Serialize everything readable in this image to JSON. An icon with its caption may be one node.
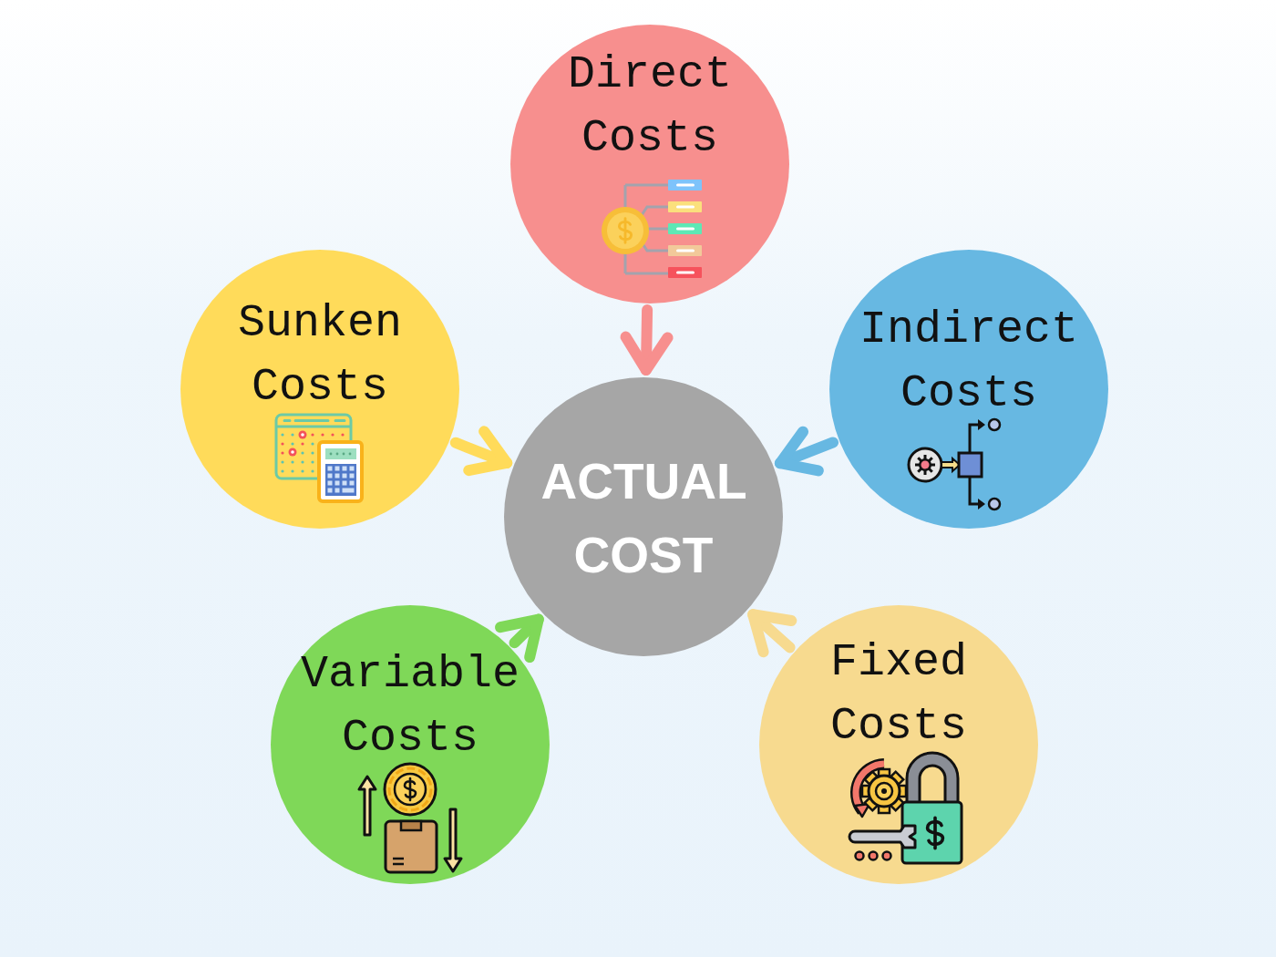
{
  "diagram": {
    "nodes": [
      {
        "text": [
          "Direct Costs"
        ]
      },
      {
        "text": [
          "Sunken Costs"
        ]
      },
      {
        "text": [
          "Indirect Costs"
        ]
      },
      {
        "text": [
          "ACTUAL COST"
        ]
      },
      {
        "text": [
          "Variable Costs"
        ]
      },
      {
        "text": [
          "Fixed Costs"
        ]
      }
    ],
    "edges": [
      {
        "from": 0,
        "to": 3,
        "arrow": "to",
        "color": "#f78f8e"
      },
      {
        "from": 1,
        "to": 3,
        "arrow": "to",
        "color": "#ffdb5a"
      },
      {
        "from": 2,
        "to": 3,
        "arrow": "to",
        "color": "#67b8e2"
      },
      {
        "from": 4,
        "to": 3,
        "arrow": "to",
        "color": "#7fd858"
      },
      {
        "from": 5,
        "to": 3,
        "arrow": "to",
        "color": "#f7da8f"
      }
    ]
  }
}
